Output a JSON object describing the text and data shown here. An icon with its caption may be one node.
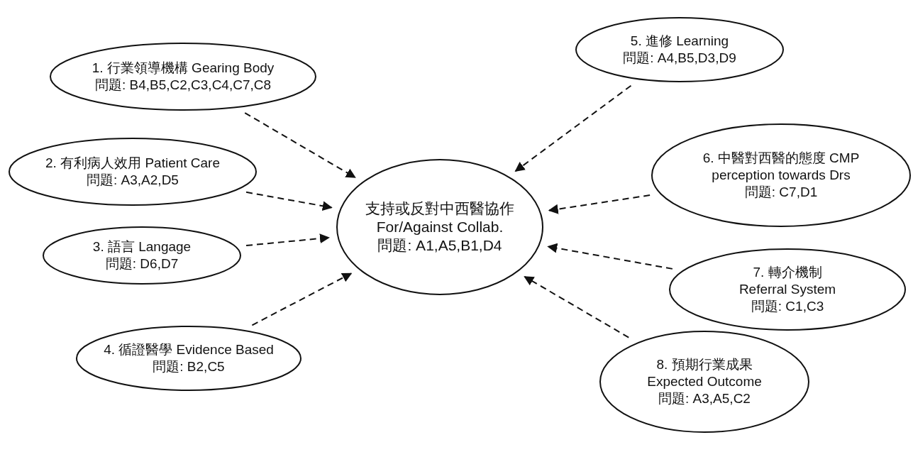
{
  "diagram": {
    "nodes": [
      {
        "text": [
          "支持或反對中西醫協作 For/Against Collab.",
          "問題: A1,A5,B1,D4"
        ]
      },
      {
        "text": [
          "1. 行業領導機構 Gearing Body",
          "問題: B4,B5,C2,C3,C4,C7,C8"
        ]
      },
      {
        "text": [
          "2. 有利病人效用 Patient Care",
          "問題: A3,A2,D5"
        ]
      },
      {
        "text": [
          "3. 語言 Langage",
          "問題: D6,D7"
        ]
      },
      {
        "text": [
          "4. 循證醫學 Evidence Based",
          "問題: B2,C5"
        ]
      },
      {
        "text": [
          "5. 進修 Learning",
          "問題: A4,B5,D3,D9"
        ]
      },
      {
        "text": [
          "6. 中醫對西醫的態度 CMP perception towards Drs",
          "問題: C7,D1"
        ]
      },
      {
        "text": [
          "7. 轉介機制 Referral System",
          "問題: C1,C3"
        ]
      },
      {
        "text": [
          "8. 預期行業成果 Expected Outcome",
          "問題: A3,A5,C2"
        ]
      }
    ],
    "edges": [
      {
        "from": 1,
        "to": 0,
        "arrow": "to",
        "style": "dashed"
      },
      {
        "from": 2,
        "to": 0,
        "arrow": "to",
        "style": "dashed"
      },
      {
        "from": 3,
        "to": 0,
        "arrow": "to",
        "style": "dashed"
      },
      {
        "from": 4,
        "to": 0,
        "arrow": "to",
        "style": "dashed"
      },
      {
        "from": 5,
        "to": 0,
        "arrow": "to",
        "style": "dashed"
      },
      {
        "from": 6,
        "to": 0,
        "arrow": "to",
        "style": "dashed"
      },
      {
        "from": 7,
        "to": 0,
        "arrow": "to",
        "style": "dashed"
      },
      {
        "from": 8,
        "to": 0,
        "arrow": "to",
        "style": "dashed"
      }
    ]
  }
}
